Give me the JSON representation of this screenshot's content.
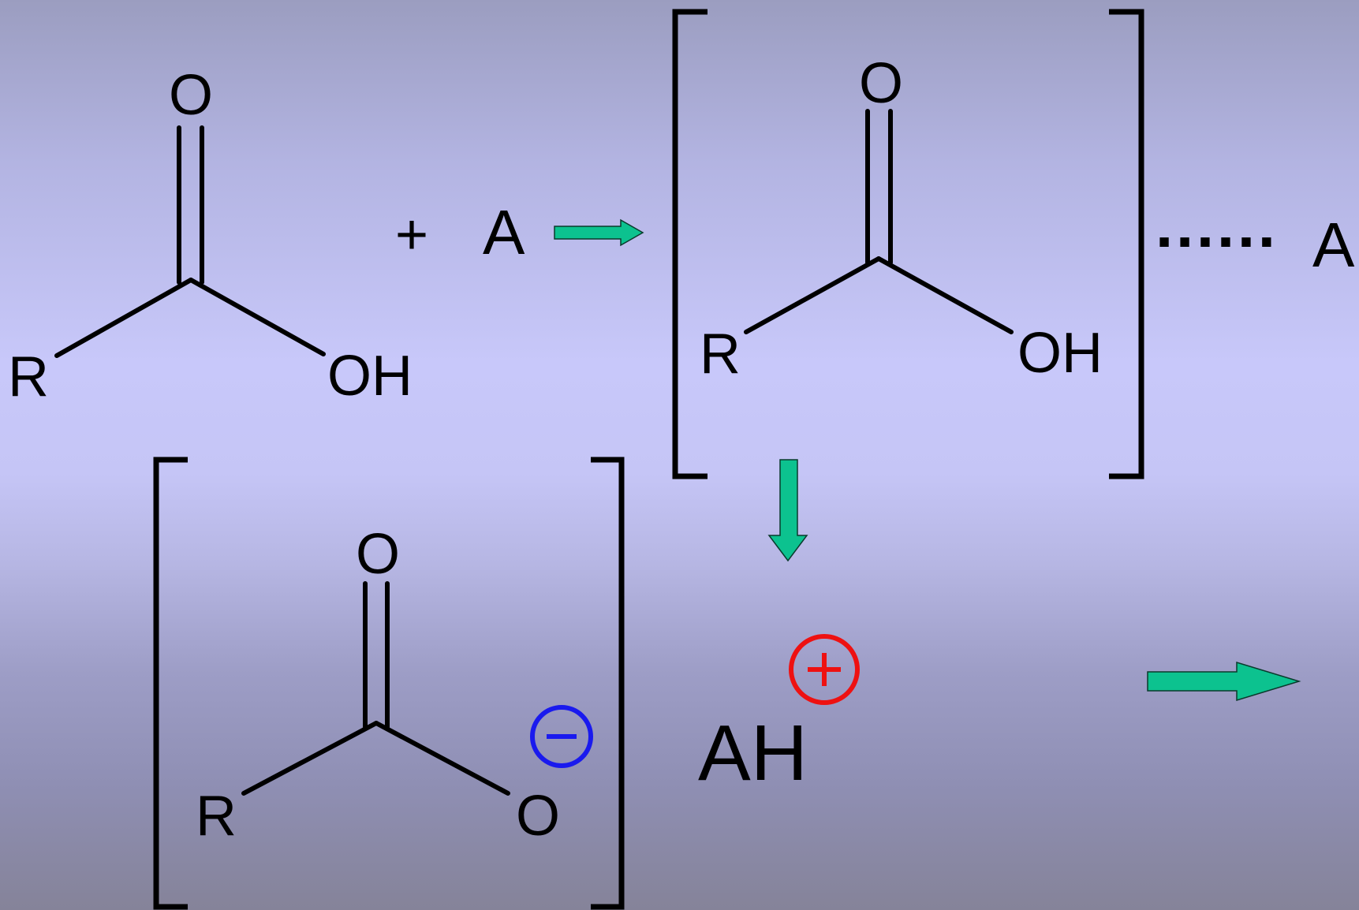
{
  "diagram": {
    "reactant": {
      "carbonyl_o": "O",
      "r_group": "R",
      "hydroxyl": "OH"
    },
    "plus_sign": "+",
    "reagent": "A",
    "complex": {
      "carbonyl_o": "O",
      "r_group": "R",
      "hydroxyl": "OH",
      "dotted_bond": "......",
      "partner": "A"
    },
    "carboxylate": {
      "carbonyl_o": "O",
      "r_group": "R",
      "oxygen": "O",
      "charge": "−"
    },
    "protonated": {
      "label": "AH",
      "charge": "+"
    },
    "colors": {
      "arrow": "#0cc28f",
      "negative_charge": "#1a1aee",
      "positive_charge": "#ee1111"
    }
  }
}
